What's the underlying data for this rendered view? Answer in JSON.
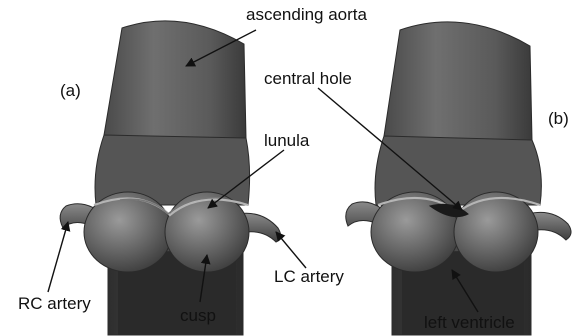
{
  "panels": [
    {
      "tag": "(a)"
    },
    {
      "tag": "(b)"
    }
  ],
  "labels": {
    "ascending_aorta": "ascending aorta",
    "central_hole": "central hole",
    "lunula": "lunula",
    "rc_artery": "RC artery",
    "cusp": "cusp",
    "lc_artery": "LC artery",
    "left_ventricle": "left ventricle"
  },
  "colors": {
    "background": "#ffffff",
    "model_dark": "#3f3f3f",
    "model_mid": "#6e6e6e",
    "model_light": "#8c8c8c",
    "ink": "#111111"
  }
}
